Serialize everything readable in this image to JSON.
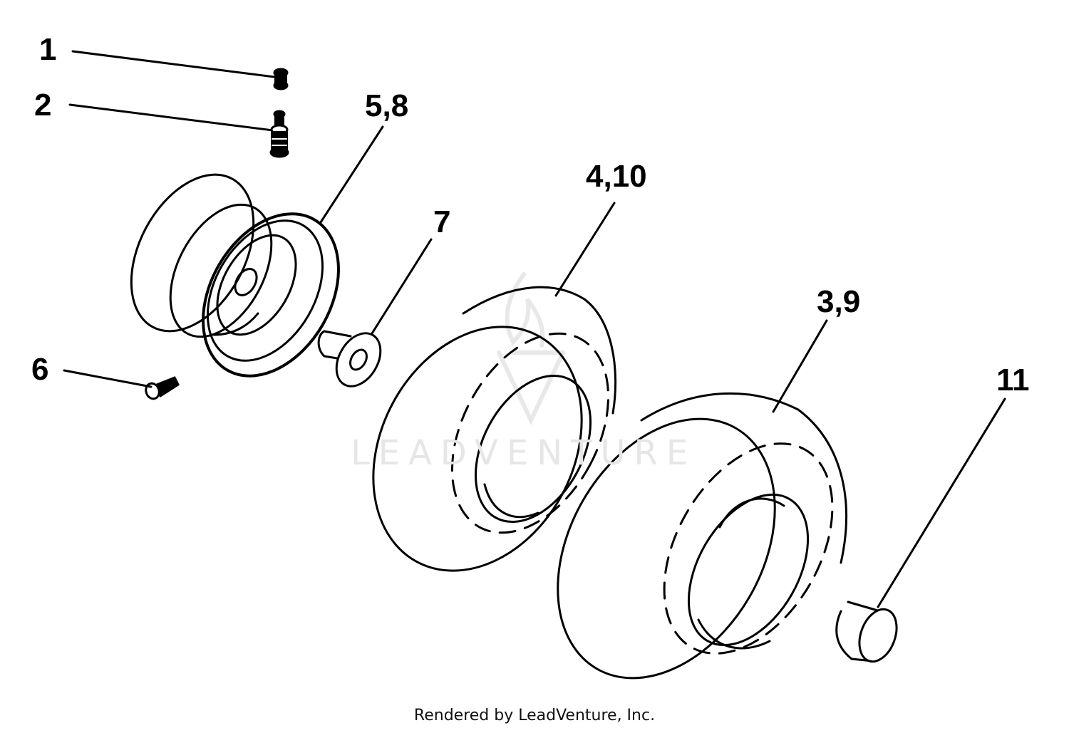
{
  "callouts": {
    "c1": "1",
    "c2": "2",
    "c58": "5,8",
    "c6": "6",
    "c7": "7",
    "c410": "4,10",
    "c39": "3,9",
    "c11": "11"
  },
  "watermark": {
    "text": "LEADVENTURE"
  },
  "footer": {
    "text": "Rendered by LeadVenture, Inc."
  },
  "colors": {
    "line": "#000000",
    "background": "#ffffff",
    "watermark": "#e6e6e6"
  }
}
